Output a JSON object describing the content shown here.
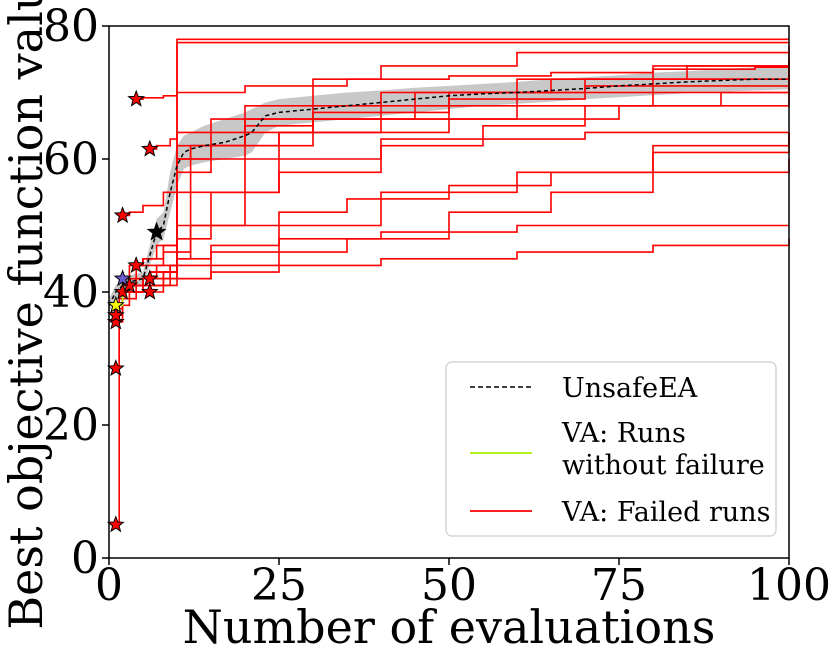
{
  "chart_data": {
    "type": "line",
    "xlabel": "Number of evaluations",
    "ylabel": "Best objective function value",
    "xlim": [
      0,
      100
    ],
    "ylim": [
      0,
      80
    ],
    "xticks": [
      0,
      25,
      50,
      75,
      100
    ],
    "yticks": [
      0,
      20,
      40,
      60,
      80
    ],
    "grid": false,
    "legend_position": "bottom-right",
    "colors": {
      "unsafe": "#000000",
      "band": "#c8c8c8",
      "va_ok": "#aaee00",
      "va_failed": "#ff0000",
      "star_edge": "#000000"
    },
    "legend": [
      {
        "label": "UnsafeEA",
        "style": "dashed",
        "color": "#000000"
      },
      {
        "label_lines": [
          "VA: Runs",
          "without failure"
        ],
        "style": "solid",
        "color": "#aaee00"
      },
      {
        "label": "VA: Failed runs",
        "style": "solid",
        "color": "#ff0000"
      }
    ],
    "unsafe_mean": {
      "name": "UnsafeEA",
      "x": [
        0,
        1,
        2,
        3,
        5,
        7,
        8,
        9,
        10,
        11,
        12,
        14,
        17,
        20,
        21,
        23,
        25,
        30,
        35,
        40,
        45,
        50,
        55,
        60,
        65,
        70,
        75,
        80,
        85,
        90,
        95,
        100
      ],
      "y": [
        38,
        40,
        41,
        41.5,
        42,
        49,
        50,
        55,
        59,
        61,
        61.5,
        62,
        62.5,
        63.5,
        64,
        66.5,
        67,
        67.5,
        68,
        68.5,
        69,
        69.5,
        69.8,
        70,
        70.3,
        70.6,
        71,
        71.3,
        71.6,
        71.8,
        72,
        72
      ]
    },
    "unsafe_band": {
      "x": [
        0,
        1,
        2,
        3,
        5,
        7,
        8,
        9,
        10,
        11,
        12,
        14,
        17,
        20,
        21,
        23,
        25,
        30,
        35,
        40,
        45,
        50,
        55,
        60,
        65,
        70,
        75,
        80,
        85,
        90,
        95,
        100
      ],
      "upper": [
        39,
        41,
        42,
        42.5,
        43,
        51,
        52,
        58,
        62,
        63.5,
        64,
        65,
        66,
        67,
        67.5,
        68.5,
        69,
        69.5,
        70,
        70.3,
        70.7,
        71,
        71.3,
        71.6,
        72,
        72.3,
        72.6,
        73,
        73.2,
        73.5,
        73.8,
        74
      ],
      "lower": [
        37,
        39,
        40,
        40.5,
        41,
        47,
        48,
        52,
        56,
        58.5,
        59,
        59.5,
        60,
        60.5,
        61,
        64,
        65,
        65.5,
        66,
        66.5,
        67,
        67.5,
        68,
        68.3,
        68.6,
        69,
        69.3,
        69.6,
        69.9,
        70.1,
        70.3,
        70.5
      ]
    },
    "va_failed_runs": [
      {
        "x": [
          1,
          1.5,
          2,
          4,
          6,
          9,
          10,
          100
        ],
        "y": [
          5,
          40,
          41,
          42,
          43,
          44,
          78,
          78
        ]
      },
      {
        "x": [
          1,
          1.5,
          2,
          3,
          5,
          9,
          10,
          100
        ],
        "y": [
          28.5,
          39,
          40,
          41,
          42,
          44,
          77.5,
          77.5
        ]
      },
      {
        "x": [
          1,
          2,
          3,
          5,
          8,
          10,
          15,
          20,
          30,
          40,
          60,
          100
        ],
        "y": [
          35.5,
          38,
          40,
          41,
          42,
          60,
          64,
          68,
          72,
          74,
          76,
          77
        ]
      },
      {
        "x": [
          1,
          2,
          4,
          6,
          9,
          10,
          20,
          30,
          50,
          70,
          100
        ],
        "y": [
          36.5,
          39,
          40,
          41,
          42,
          62,
          65,
          67,
          70,
          72,
          76
        ]
      },
      {
        "x": [
          1,
          2,
          3,
          4,
          8,
          10,
          15,
          25,
          40,
          60,
          80,
          100
        ],
        "y": [
          37.5,
          40,
          42,
          44,
          47,
          58,
          62,
          64,
          66,
          68,
          70,
          72
        ]
      },
      {
        "x": [
          2,
          3,
          5,
          8,
          10,
          12,
          20,
          30,
          45,
          60,
          80,
          100
        ],
        "y": [
          51.5,
          52,
          53,
          55,
          60,
          62,
          64,
          66,
          68,
          70,
          72,
          74
        ]
      },
      {
        "x": [
          2,
          3,
          5,
          7,
          10,
          15,
          25,
          40,
          55,
          70,
          90,
          100
        ],
        "y": [
          42,
          44,
          45,
          47,
          50,
          55,
          58,
          62,
          65,
          68,
          70,
          71
        ]
      },
      {
        "x": [
          4,
          5,
          8,
          10,
          20,
          35,
          50,
          65,
          80,
          95,
          100
        ],
        "y": [
          69,
          69.2,
          69.5,
          70,
          71,
          72,
          72.5,
          73,
          73.5,
          73.8,
          74
        ]
      },
      {
        "x": [
          6,
          7,
          9,
          10,
          15,
          30,
          45,
          65,
          85,
          100
        ],
        "y": [
          61.5,
          62,
          63,
          64,
          66,
          68,
          70,
          72,
          74,
          74.5
        ]
      },
      {
        "x": [
          4,
          5,
          8,
          10,
          15,
          25,
          35,
          50,
          65,
          80,
          100
        ],
        "y": [
          44,
          45,
          46,
          48,
          50,
          52,
          54,
          56,
          58,
          61,
          64
        ]
      },
      {
        "x": [
          6,
          8,
          10,
          15,
          25,
          35,
          50,
          65,
          80,
          100
        ],
        "y": [
          40,
          41,
          42,
          44,
          46,
          48,
          52,
          55,
          58,
          60
        ]
      },
      {
        "x": [
          6,
          8,
          10,
          15,
          25,
          40,
          60,
          80,
          100
        ],
        "y": [
          42,
          43,
          44,
          46,
          50,
          55,
          58,
          62,
          64
        ]
      },
      {
        "x": [
          3,
          5,
          8,
          10,
          15,
          25,
          40,
          60,
          80,
          100
        ],
        "y": [
          41,
          42,
          43,
          45,
          47,
          48,
          49,
          50,
          50,
          50
        ]
      },
      {
        "x": [
          3,
          5,
          8,
          10,
          15,
          25,
          40,
          60,
          80,
          100
        ],
        "y": [
          40,
          41,
          42,
          42,
          43,
          44,
          45,
          46,
          47,
          48
        ]
      },
      {
        "x": [
          2,
          4,
          6,
          9,
          10,
          20,
          40,
          60,
          80,
          100
        ],
        "y": [
          41,
          42,
          43,
          44,
          60,
          66,
          70,
          72,
          74,
          75
        ]
      },
      {
        "x": [
          2,
          4,
          6,
          9,
          10,
          25,
          50,
          75,
          100
        ],
        "y": [
          40,
          41,
          42,
          43,
          55,
          64,
          66,
          68,
          70
        ]
      },
      {
        "x": [
          3,
          5,
          7,
          10,
          12,
          30,
          50,
          70,
          100
        ],
        "y": [
          41,
          42,
          44,
          46,
          62,
          66,
          69,
          71,
          73
        ]
      },
      {
        "x": [
          2,
          4,
          6,
          10,
          12,
          20,
          40,
          70,
          100
        ],
        "y": [
          40,
          41,
          43,
          45,
          50,
          60,
          63,
          64,
          64
        ]
      }
    ],
    "va_ok_runs": [
      {
        "x": [
          1,
          2
        ],
        "y": [
          38,
          40
        ]
      }
    ],
    "unsafe_star": {
      "x": 7,
      "y": 49
    },
    "va_ok_star": {
      "x": 1,
      "y": 38
    },
    "va_blue_star": {
      "x": 2,
      "y": 42
    },
    "va_failed_stars": [
      {
        "x": 1,
        "y": 5
      },
      {
        "x": 1,
        "y": 28.5
      },
      {
        "x": 1,
        "y": 35.5
      },
      {
        "x": 1,
        "y": 36.5
      },
      {
        "x": 2,
        "y": 51.5
      },
      {
        "x": 2,
        "y": 40
      },
      {
        "x": 3,
        "y": 41
      },
      {
        "x": 4,
        "y": 44
      },
      {
        "x": 4,
        "y": 69
      },
      {
        "x": 6,
        "y": 61.5
      },
      {
        "x": 6,
        "y": 40
      },
      {
        "x": 6,
        "y": 42
      }
    ]
  }
}
